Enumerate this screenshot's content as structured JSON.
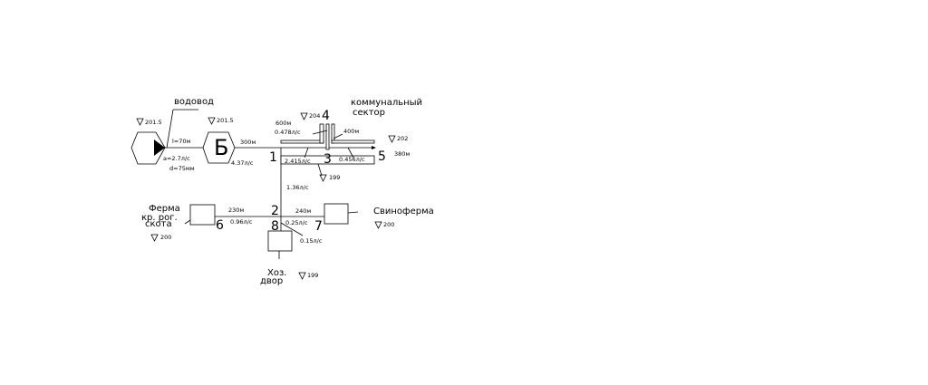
{
  "labels": {
    "vodovod": "водовод",
    "communal_line1": "коммунальный",
    "communal_line2": "сектор",
    "farm_line1": "Ферма",
    "farm_line2": "кр. рог.",
    "farm_line3": "скота",
    "pig_farm": "Свиноферма",
    "yard_line1": "Хоз.",
    "yard_line2": "двор",
    "tower_letter": "Б"
  },
  "nodes": [
    "1",
    "2",
    "3",
    "4",
    "5",
    "6",
    "7",
    "8"
  ],
  "elevations": {
    "source": "201.5",
    "tower": "201.5",
    "n4": "204",
    "n5": "202",
    "n3": "199",
    "farm": "200",
    "pig": "200",
    "yard": "199"
  },
  "pipes": {
    "source_length": "l=70м",
    "source_flow": "a=2.7л/с",
    "source_diameter": "d=75мм",
    "tower_1_length": "300м",
    "tower_1_flow": "4.37л/с",
    "n4_length": "600м",
    "n4_flow": "0.478л/с",
    "n4_5_length": "400м",
    "n3_flow": "2.415л/с",
    "n3_5_flow": "0.456л/с",
    "n5_length": "380м",
    "n1_2_flow": "1.36л/с",
    "n2_6_length": "230м",
    "n2_6_flow": "0.96л/с",
    "n2_7_length": "240м",
    "n2_7_flow": "0.25л/с",
    "n8_flow": "0.15л/с"
  }
}
